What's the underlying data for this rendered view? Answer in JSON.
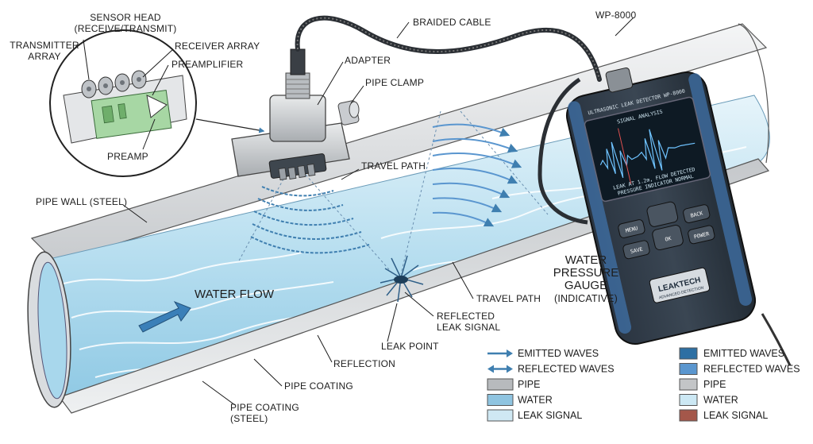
{
  "labels": {
    "sensor_head": "SENSOR HEAD",
    "sensor_head_sub": "(RECEIVE/TRANSMIT)",
    "transmitter": "TRANSMITTER",
    "transmitter_sub": "ARRAY",
    "receiver_array": "RECEIVER ARRAY",
    "preamplifier": "PREAMPLIFIER",
    "preamp": "PREAMP",
    "braided_cable": "BRAIDED CABLE",
    "adapter": "ADAPTER",
    "pipe_clamp": "PIPE CLAMP",
    "wp8000": "WP-8000",
    "travel_path_top": "TRAVEL PATH",
    "pipe_wall": "PIPE WALL (STEEL)",
    "water_flow": "WATER FLOW",
    "travel_path_bottom": "TRAVEL PATH",
    "reflected": "REFLECTED",
    "leak_signal": "LEAK SIGNAL",
    "leak_point": "LEAK POINT",
    "reflection": "REFLECTION",
    "pipe_coating": "PIPE COATING",
    "pipe_coating_steel": "PIPE COATING",
    "pipe_coating_steel_sub": "(STEEL)",
    "gauge_1": "WATER",
    "gauge_2": "PRESSURE",
    "gauge_3": "GAUGE",
    "gauge_4": "(INDICATIVE)"
  },
  "device": {
    "header": "ULTRASONIC LEAK DETECTOR WP-8000",
    "screen_title": "SIGNAL ANALYSIS",
    "screen_line1": "LEAK AT 1.2m, FLOW DETECTED",
    "screen_line2": "PRESSURE INDICATOR NORMAL",
    "btn_menu": "MENU",
    "btn_ok": "OK",
    "btn_back": "BACK",
    "btn_save": "SAVE",
    "btn_power": "POWER",
    "brand": "LEAKTECH",
    "brand_sub": "ADVANCED DETECTION"
  },
  "legend_left": [
    {
      "label": "EMITTED WAVES",
      "kind": "arrow-right"
    },
    {
      "label": "REFLECTED WAVES",
      "kind": "arrow-double"
    },
    {
      "label": "PIPE",
      "kind": "pipe"
    },
    {
      "label": "WATER",
      "kind": "water"
    },
    {
      "label": "LEAK SIGNAL",
      "kind": "leak"
    }
  ],
  "legend_right": [
    {
      "label": "EMITTED WAVES",
      "color": "#2d6fa3"
    },
    {
      "label": "REFLECTED WAVES",
      "color": "#5a96cf"
    },
    {
      "label": "PIPE",
      "color": "#c3c5c7"
    },
    {
      "label": "WATER",
      "color": "#cce8f4"
    },
    {
      "label": "LEAK SIGNAL",
      "color": "#a4574a"
    }
  ],
  "colors": {
    "water": "#bfe2f2",
    "pipe": "#cfd2d5",
    "wave": "#3f7fb0",
    "device_body": "#2f3a45",
    "device_accent": "#3f6ea3"
  }
}
